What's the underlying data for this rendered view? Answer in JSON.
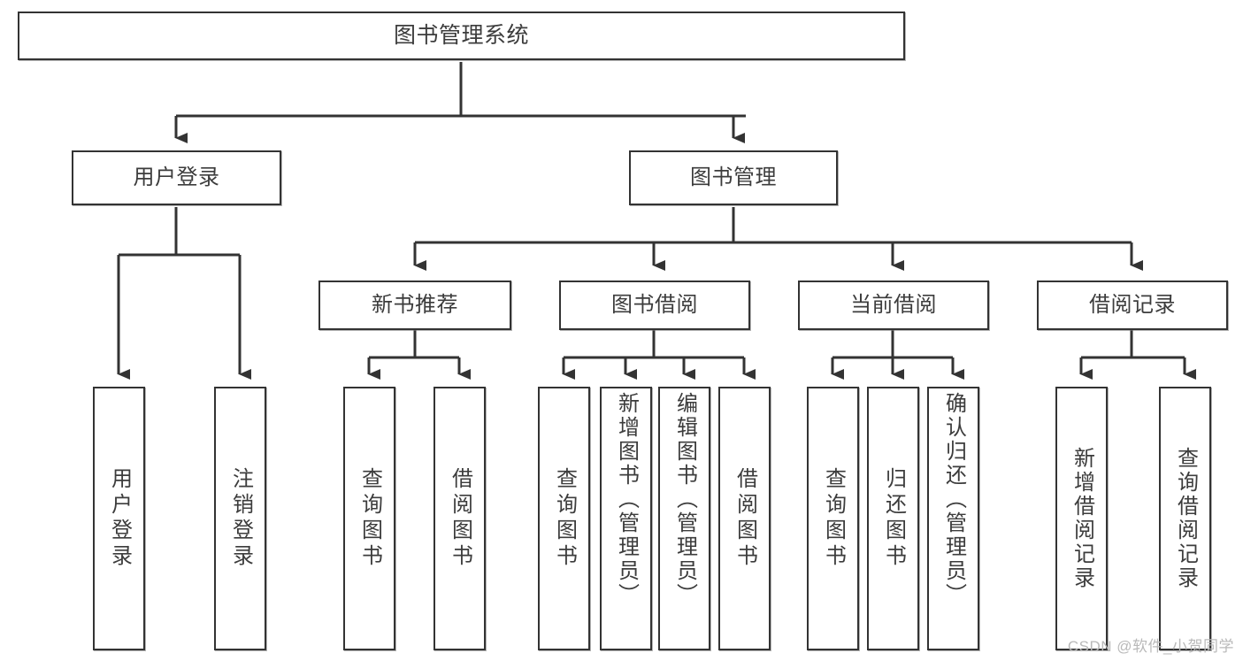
{
  "diagram": {
    "title": "图书管理系统",
    "type": "tree",
    "watermark": "CSDN @软件_小贺同学",
    "colors": {
      "box_border": "#333333",
      "box_fill": "#ffffff",
      "text": "#3c3c3c",
      "edge": "#333333",
      "watermark": "#b9b9b9",
      "background": "#ffffff"
    },
    "root": {
      "id": "root",
      "label": "图书管理系统"
    },
    "level2": [
      {
        "id": "user-login",
        "label": "用户登录"
      },
      {
        "id": "book-manage",
        "label": "图书管理"
      }
    ],
    "level3": [
      {
        "id": "new-book-recommend",
        "label": "新书推荐",
        "parent": "book-manage"
      },
      {
        "id": "book-borrow",
        "label": "图书借阅",
        "parent": "book-manage"
      },
      {
        "id": "current-borrow",
        "label": "当前借阅",
        "parent": "book-manage"
      },
      {
        "id": "borrow-record",
        "label": "借阅记录",
        "parent": "book-manage"
      }
    ],
    "leaves": {
      "user_login": [
        {
          "id": "leaf-user-login",
          "label": "用户登录"
        },
        {
          "id": "leaf-user-logout",
          "label": "注销登录"
        }
      ],
      "new_book_recommend": [
        {
          "id": "leaf-query-book-1",
          "label": "查询图书"
        },
        {
          "id": "leaf-borrow-book-1",
          "label": "借阅图书"
        }
      ],
      "book_borrow": [
        {
          "id": "leaf-query-book-2",
          "label": "查询图书"
        },
        {
          "id": "leaf-add-book",
          "label": "新增图书（管理员）"
        },
        {
          "id": "leaf-edit-book",
          "label": "编辑图书（管理员）"
        },
        {
          "id": "leaf-borrow-book-2",
          "label": "借阅图书"
        }
      ],
      "current_borrow": [
        {
          "id": "leaf-query-book-3",
          "label": "查询图书"
        },
        {
          "id": "leaf-return-book",
          "label": "归还图书"
        },
        {
          "id": "leaf-confirm-return",
          "label": "确认归还（管理员）"
        }
      ],
      "borrow_record": [
        {
          "id": "leaf-add-record",
          "label": "新增借阅记录"
        },
        {
          "id": "leaf-query-record",
          "label": "查询借阅记录"
        }
      ]
    }
  }
}
